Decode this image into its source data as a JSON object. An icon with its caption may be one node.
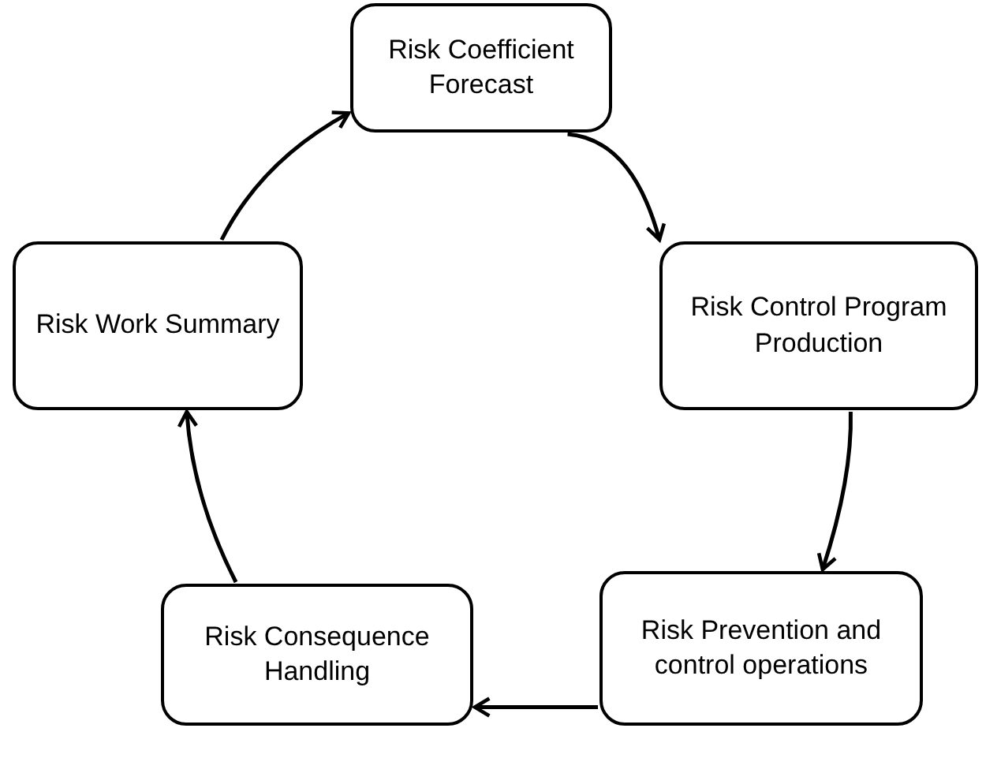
{
  "diagram": {
    "nodes": [
      {
        "text": [
          "Risk Coefficient Forecast"
        ]
      },
      {
        "text": [
          "Risk Control Program Production"
        ]
      },
      {
        "text": [
          "Risk Prevention and control operations"
        ]
      },
      {
        "text": [
          "Risk Consequence Handling"
        ]
      },
      {
        "text": [
          "Risk Work Summary"
        ]
      }
    ],
    "edges": [
      {
        "from": 0,
        "to": 1,
        "arrow": "to"
      },
      {
        "from": 1,
        "to": 2,
        "arrow": "to"
      },
      {
        "from": 2,
        "to": 3,
        "arrow": "to"
      },
      {
        "from": 3,
        "to": 4,
        "arrow": "to"
      },
      {
        "from": 4,
        "to": 0,
        "arrow": "to"
      }
    ]
  }
}
